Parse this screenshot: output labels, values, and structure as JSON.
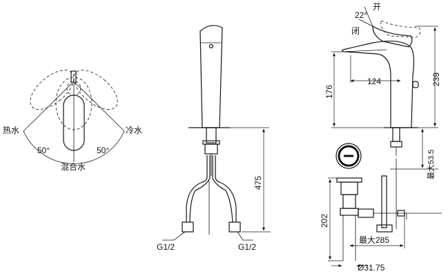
{
  "top_view": {
    "hot_label": "热水",
    "cold_label": "冷水",
    "mixed_label": "混合水",
    "angle_left": "50°",
    "angle_right": "50°"
  },
  "front_view": {
    "height_label": "475",
    "thread_left": "G1/2",
    "thread_right": "G1/2"
  },
  "side_view": {
    "open_label": "开",
    "closed_label": "闭",
    "lever_angle": "22°",
    "spout_reach": "124",
    "spout_height": "176",
    "total_height": "239",
    "max_thickness": "最大53.5",
    "drain_height": "202",
    "max_reach": "最大285",
    "drain_dia": "Ø31.75"
  }
}
